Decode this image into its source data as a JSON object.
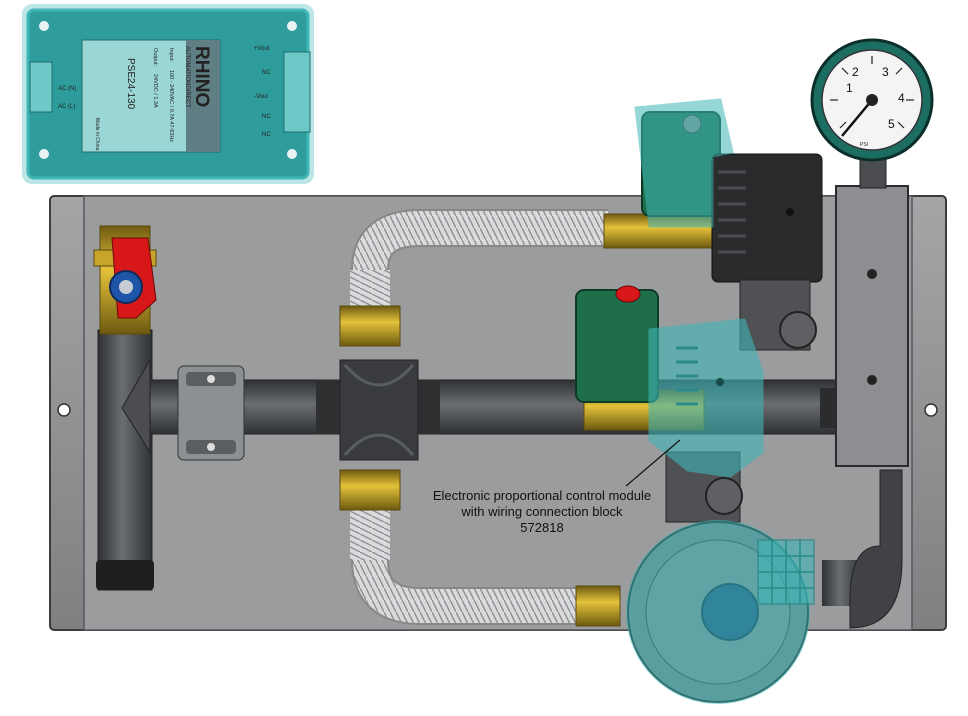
{
  "colors": {
    "highlight": "#3fb6b6",
    "panel": "#8a8c8e",
    "pipe": "#4a4c4f",
    "brass": "#c9a520",
    "valve_green": "#1f6e4a",
    "handle_red": "#d81818"
  },
  "power_supply": {
    "brand": "RHINO",
    "sub_brand": "AUTOMATIONDIRECT",
    "model": "PSE24-130",
    "input_label": "Input:",
    "input_value": "100 - 240VAC / 0.7A 47-63Hz",
    "output_label": "Output:",
    "output_value": "24VDC / 1.3A",
    "left_terminals": [
      "AC (N)",
      "AC (L)"
    ],
    "right_terminals": [
      "+Vout",
      "NC",
      "-Vout",
      "NC",
      "NC"
    ],
    "footer": "Made in China"
  },
  "gauge": {
    "numbers": [
      "1",
      "2",
      "3",
      "4",
      "5"
    ],
    "brand": "PSI"
  },
  "callout": {
    "line1": "Electronic proportional control module",
    "line2": "with wiring connection block",
    "line3": "572818"
  }
}
